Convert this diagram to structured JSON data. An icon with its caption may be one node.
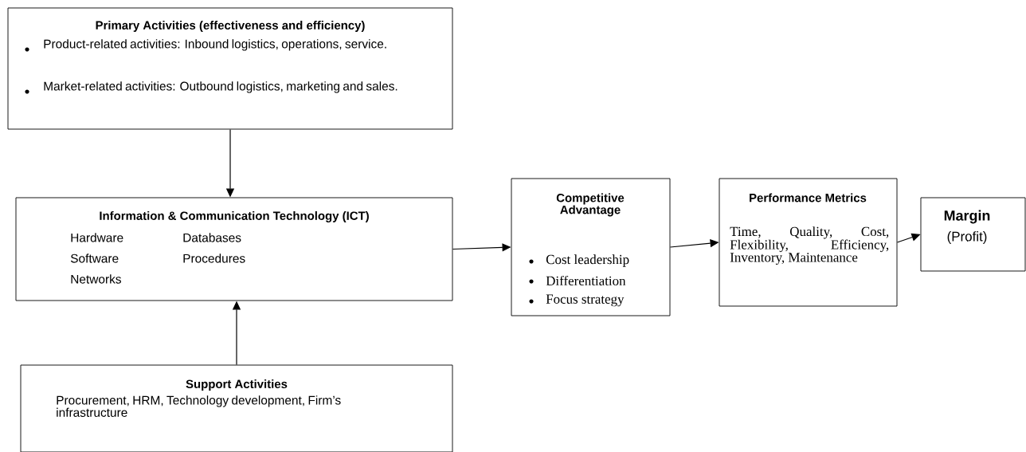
{
  "diagram": {
    "nodes": [
      {
        "text": [
          "**Primary Activities (**effectiveness and efficiency)",
          "Product-related activities: Inbound logistics, operations, service.",
          "Market-related activities: Outbound logistics, marketing and sales."
        ]
      },
      {
        "text": [
          "Information & Communication Technology (ICT)",
          "Hardware",
          "Databases",
          "Software",
          "Procedures",
          "Networks"
        ]
      },
      {
        "text": [
          "Support Activities",
          "Procurement, HRM, Technology development, Firm’s infrastructure"
        ]
      },
      {
        "text": [
          "Competitive Advantage",
          "Cost leadership",
          "Differentiation",
          "Focus strategy"
        ]
      },
      {
        "text": [
          "Performance Metrics",
          "Time, Quality, Cost, Flexibility, Efficiency, Inventory, Maintenance"
        ]
      },
      {
        "text": [
          "Margin",
          "(Profit)"
        ]
      }
    ],
    "edges": [
      {
        "from": 0,
        "to": 1,
        "arrow": "to"
      },
      {
        "from": 2,
        "to": 1,
        "arrow": "to"
      },
      {
        "from": 1,
        "to": 3,
        "arrow": "to"
      },
      {
        "from": 3,
        "to": 4,
        "arrow": "to"
      },
      {
        "from": 4,
        "to": 5,
        "arrow": "to"
      }
    ]
  }
}
